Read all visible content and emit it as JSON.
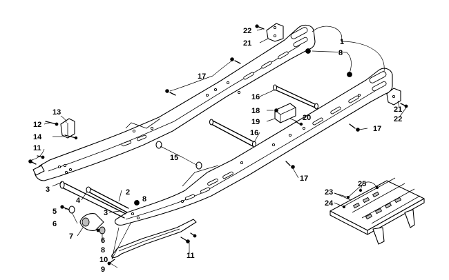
{
  "callouts": {
    "n1": "1",
    "n2": "2",
    "n3a": "3",
    "n3b": "3",
    "n4": "4",
    "n5": "5",
    "n6a": "6",
    "n6b": "6",
    "n7": "7",
    "n8a": "8",
    "n8b": "8",
    "n9": "9",
    "n10": "10",
    "n11a": "11",
    "n11b": "11",
    "n12": "12",
    "n13": "13",
    "n14": "14",
    "n15": "15",
    "n16a": "16",
    "n16b": "16",
    "n17a": "17",
    "n17b": "17",
    "n17c": "17",
    "n18": "18",
    "n19": "19",
    "n20": "20",
    "n21a": "21",
    "n21b": "21",
    "n22a": "22",
    "n22b": "22",
    "n23": "23",
    "n24": "24",
    "n25": "25"
  }
}
